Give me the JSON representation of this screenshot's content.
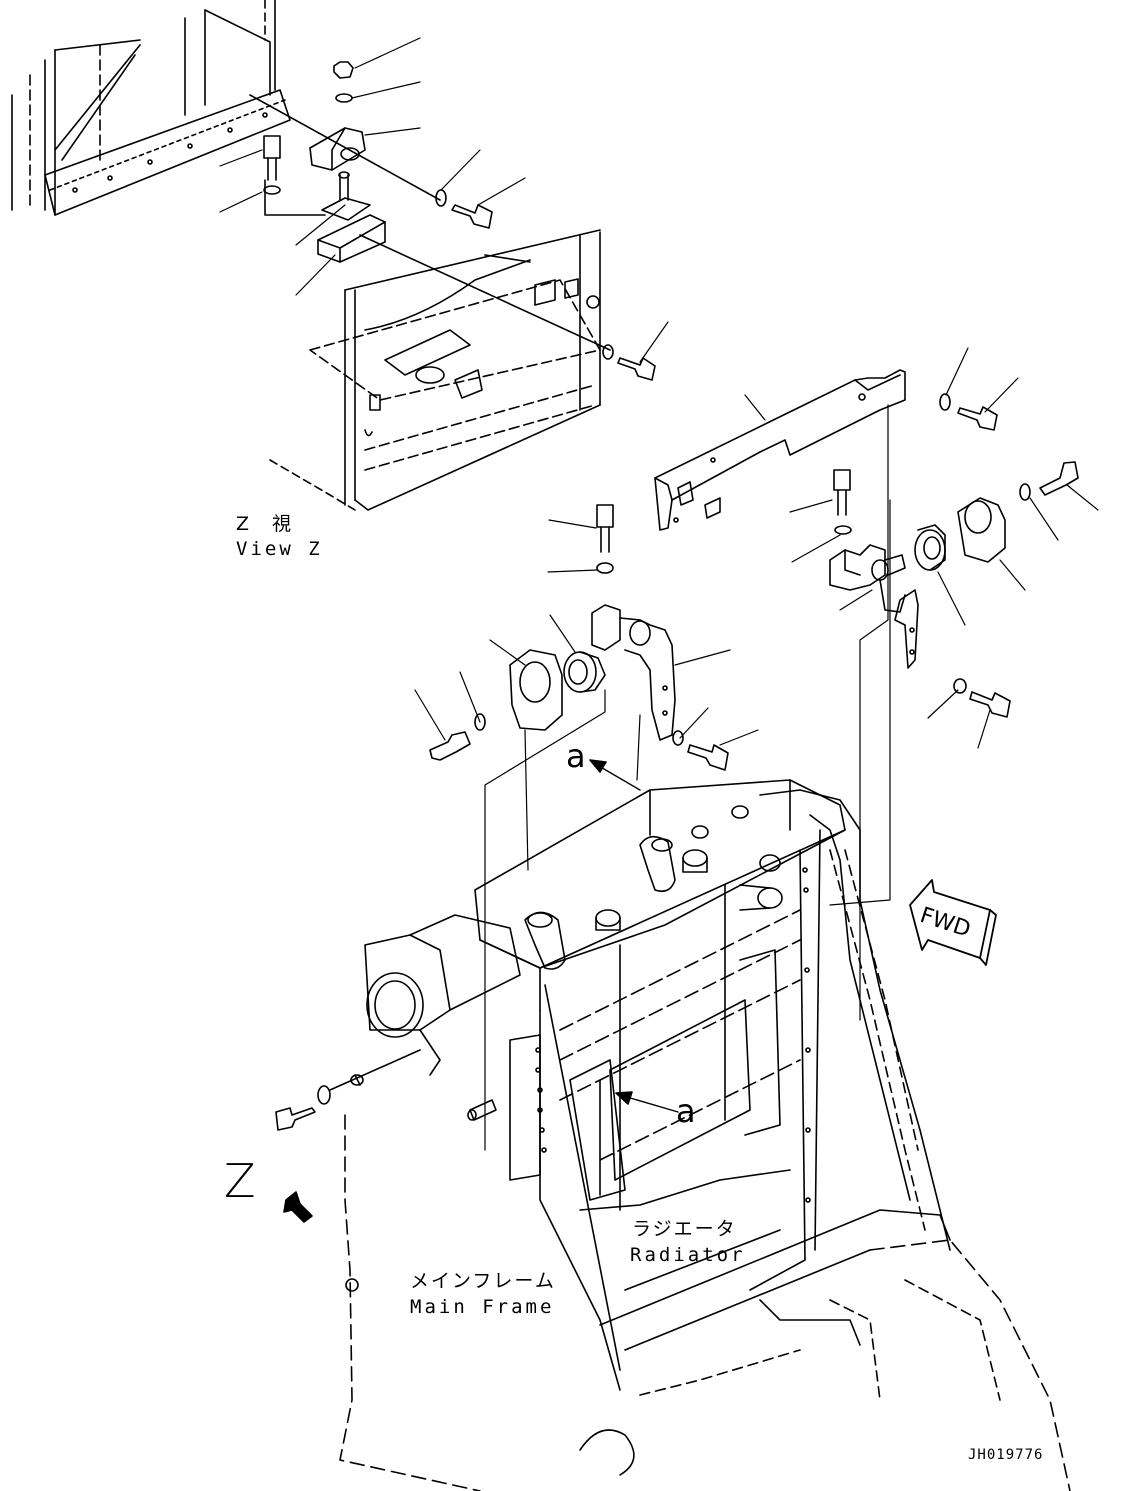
{
  "view_label": {
    "jp": "Z　視",
    "en": "View Z"
  },
  "radiator_label": {
    "jp": "ラジエータ",
    "en": "Radiator"
  },
  "frame_label": {
    "jp": "メインフレーム",
    "en": "Main Frame"
  },
  "view_marker": "Z",
  "detail_marker_upper": "a",
  "detail_marker_lower": "a",
  "direction_tag": "FWD",
  "drawing_number": "JH019776"
}
